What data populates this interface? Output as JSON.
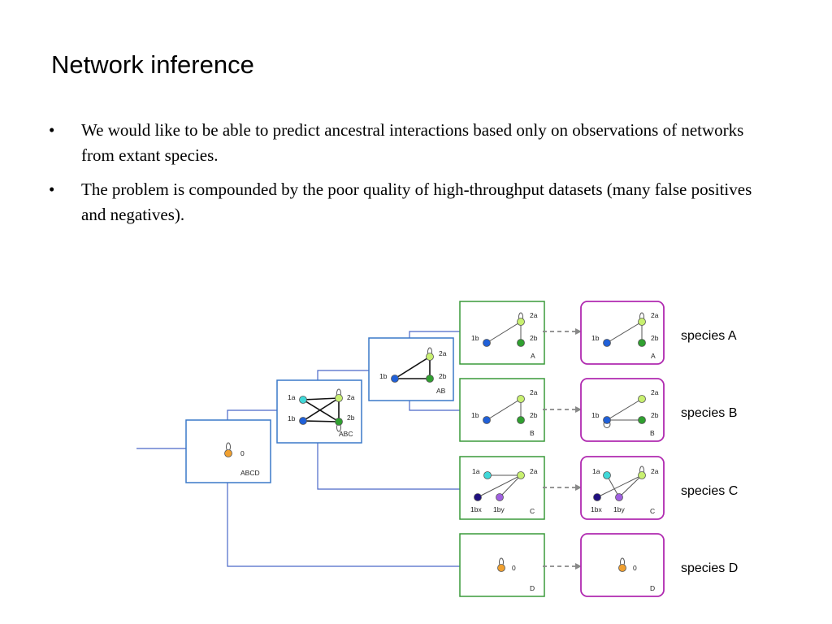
{
  "slide": {
    "title": "Network inference",
    "bullet_marker": "•",
    "bullets": [
      "We would like to be able to predict ancestral interactions based only on observations of networks from extant species.",
      "The problem is compounded by the poor quality of high-throughput datasets (many false positives and negatives)."
    ]
  },
  "diagram": {
    "colors": {
      "tree_line": "#4a68c8",
      "ancestral_box": "#3a78c8",
      "inferred_box": "#3a9a3a",
      "observed_box": "#b02ab0",
      "arrow": "#888888",
      "edge": "#555555",
      "strong_edge": "#111111"
    },
    "networks": {
      "abcd": {
        "label": "ABCD",
        "nodes": [
          {
            "label": "0",
            "color": "#f0a030"
          }
        ]
      },
      "abc": {
        "label": "ABC",
        "nodes": [
          {
            "label": "1a",
            "color": "#40d8d8"
          },
          {
            "label": "1b",
            "color": "#2060d8"
          },
          {
            "label": "2a",
            "color": "#c8f070"
          },
          {
            "label": "2b",
            "color": "#30a030"
          }
        ]
      },
      "ab": {
        "label": "AB",
        "nodes": [
          {
            "label": "1b",
            "color": "#2060d8"
          },
          {
            "label": "2a",
            "color": "#c8f070"
          },
          {
            "label": "2b",
            "color": "#30a030"
          }
        ]
      },
      "a": {
        "label": "A",
        "nodes": [
          {
            "label": "1b"
          },
          {
            "label": "2a"
          },
          {
            "label": "2b"
          }
        ]
      },
      "b": {
        "label": "B",
        "nodes": [
          {
            "label": "1b"
          },
          {
            "label": "2a"
          },
          {
            "label": "2b"
          }
        ]
      },
      "c": {
        "label": "C",
        "nodes": [
          {
            "label": "1a",
            "color": "#40d8d8"
          },
          {
            "label": "2a",
            "color": "#c8f070"
          },
          {
            "label": "1bx",
            "color": "#201080"
          },
          {
            "label": "1by",
            "color": "#a060e0"
          }
        ]
      },
      "d": {
        "label": "D",
        "nodes": [
          {
            "label": "0"
          }
        ]
      }
    },
    "species_labels": [
      "species A",
      "species B",
      "species C",
      "species D"
    ]
  }
}
